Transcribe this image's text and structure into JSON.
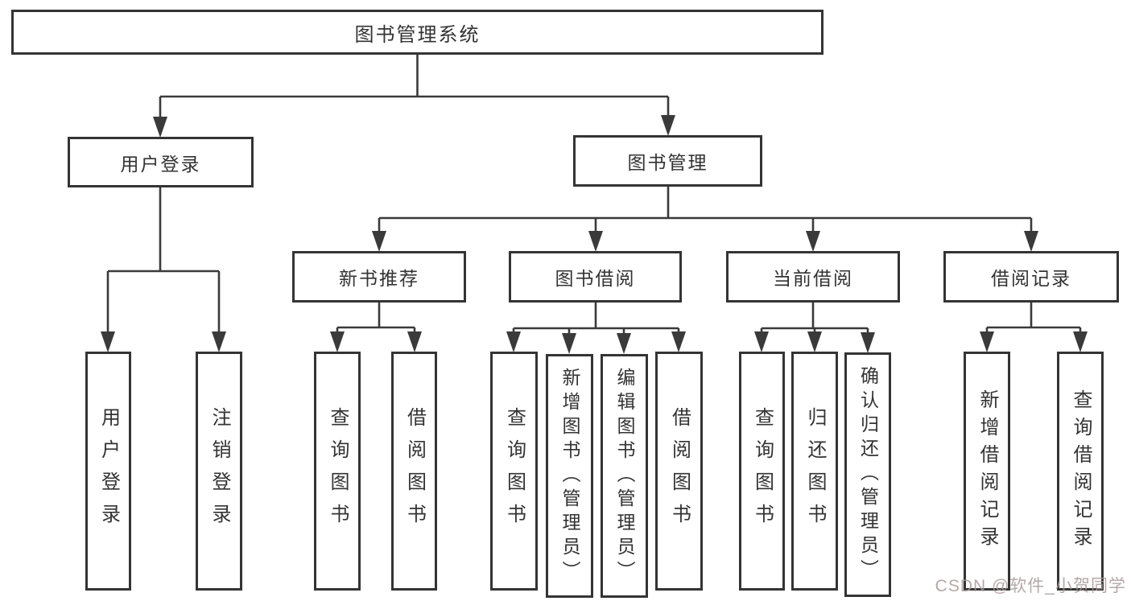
{
  "nodes": {
    "root": "图书管理系统",
    "user_login": "用户登录",
    "book_mgmt": "图书管理",
    "new_books": "新书推荐",
    "book_borrow": "图书借阅",
    "current_borrow": "当前借阅",
    "borrow_records": "借阅记录"
  },
  "leaves": {
    "user_login_1": "用户登录",
    "user_login_2": "注销登录",
    "new_books_1": "查询图书",
    "new_books_2": "借阅图书",
    "book_borrow_1": "查询图书",
    "book_borrow_2": "新增图书（管理员）",
    "book_borrow_3": "编辑图书（管理员）",
    "book_borrow_4": "借阅图书",
    "current_1": "查询图书",
    "current_2": "归还图书",
    "current_3": "确认归还（管理员）",
    "records_1": "新增借阅记录",
    "records_2": "查询借阅记录"
  },
  "watermark": "CSDN @软件_小贺同学",
  "colors": {
    "line": "#3a3a3a",
    "box_border": "#343434",
    "text": "#333333",
    "background": "#ffffff",
    "watermark": "#a8989a"
  }
}
